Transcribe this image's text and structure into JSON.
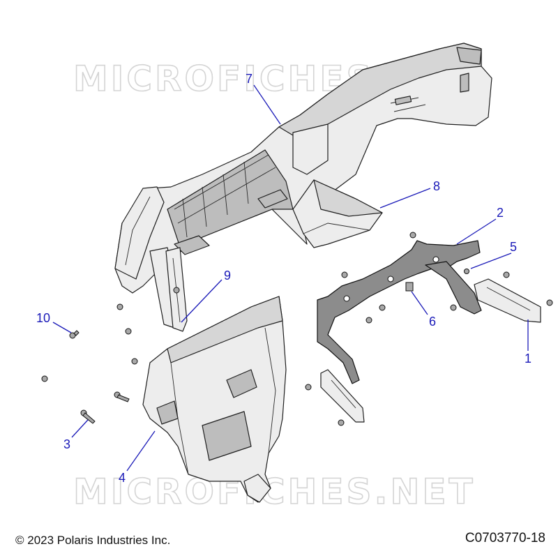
{
  "watermark": {
    "top_text": "MICROFICHES.NET",
    "bottom_text": "MICROFICHES.NET"
  },
  "callouts": [
    {
      "id": "callout-1",
      "label": "1"
    },
    {
      "id": "callout-2",
      "label": "2"
    },
    {
      "id": "callout-3",
      "label": "3"
    },
    {
      "id": "callout-4",
      "label": "4"
    },
    {
      "id": "callout-5",
      "label": "5"
    },
    {
      "id": "callout-6",
      "label": "6"
    },
    {
      "id": "callout-7",
      "label": "7"
    },
    {
      "id": "callout-8",
      "label": "8"
    },
    {
      "id": "callout-9",
      "label": "9"
    },
    {
      "id": "callout-10",
      "label": "10"
    }
  ],
  "footer": {
    "copyright": "© 2023 Polaris Industries Inc.",
    "drawing_id": "C0703770-18"
  },
  "colors": {
    "callout": "#1a1ab8",
    "watermark": "#d4d4d4",
    "line_art": "#1e1e1e"
  }
}
